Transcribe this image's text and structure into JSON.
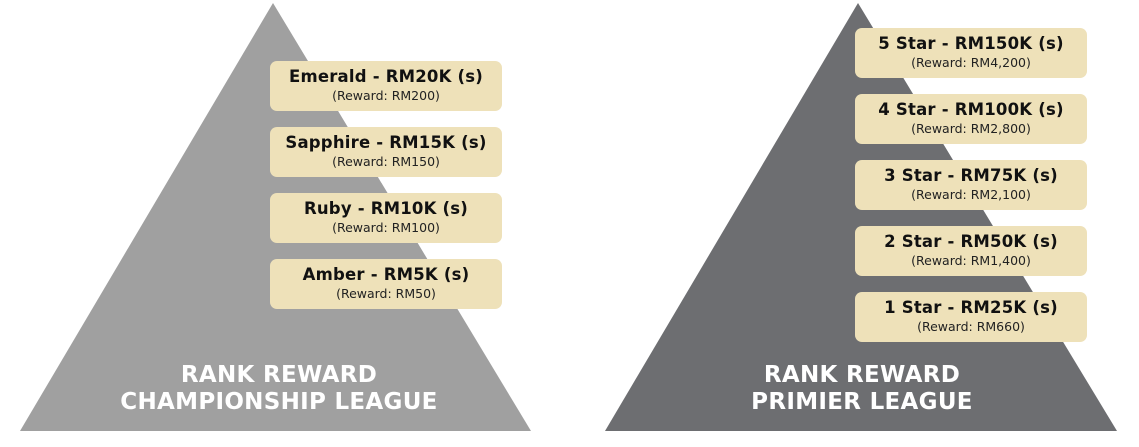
{
  "championship": {
    "title_line1": "RANK REWARD",
    "title_line2": "CHAMPIONSHIP LEAGUE",
    "color": "#a0a0a0",
    "tiers": [
      {
        "label": "Emerald - RM20K (s)",
        "reward": "(Reward: RM200)"
      },
      {
        "label": "Sapphire - RM15K (s)",
        "reward": "(Reward: RM150)"
      },
      {
        "label": "Ruby - RM10K (s)",
        "reward": "(Reward: RM100)"
      },
      {
        "label": "Amber - RM5K (s)",
        "reward": "(Reward: RM50)"
      }
    ]
  },
  "primier": {
    "title_line1": "RANK REWARD",
    "title_line2": "PRIMIER LEAGUE",
    "color": "#6d6e71",
    "tiers": [
      {
        "label": "5 Star - RM150K (s)",
        "reward": "(Reward: RM4,200)"
      },
      {
        "label": "4 Star - RM100K (s)",
        "reward": "(Reward: RM2,800)"
      },
      {
        "label": "3 Star - RM75K (s)",
        "reward": "(Reward: RM2,100)"
      },
      {
        "label": "2 Star - RM50K (s)",
        "reward": "(Reward: RM1,400)"
      },
      {
        "label": "1 Star - RM25K (s)",
        "reward": "(Reward: RM660)"
      }
    ]
  },
  "tier_box_color": "#eee1b9"
}
